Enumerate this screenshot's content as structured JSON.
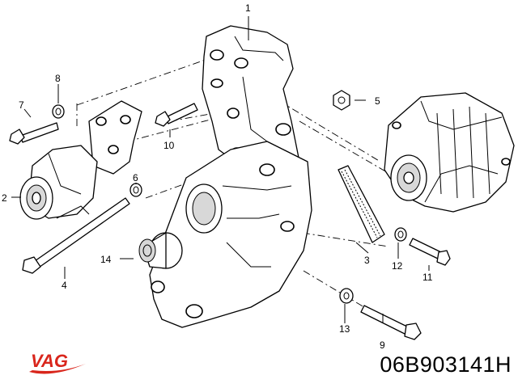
{
  "diagram": {
    "callouts": [
      {
        "id": "1",
        "label": "1"
      },
      {
        "id": "2",
        "label": "2"
      },
      {
        "id": "3",
        "label": "3"
      },
      {
        "id": "4",
        "label": "4"
      },
      {
        "id": "5",
        "label": "5"
      },
      {
        "id": "6",
        "label": "6"
      },
      {
        "id": "7",
        "label": "7"
      },
      {
        "id": "8",
        "label": "8"
      },
      {
        "id": "9",
        "label": "9"
      },
      {
        "id": "10",
        "label": "10"
      },
      {
        "id": "11",
        "label": "11"
      },
      {
        "id": "12",
        "label": "12"
      },
      {
        "id": "13",
        "label": "13"
      },
      {
        "id": "14",
        "label": "14"
      }
    ],
    "part_number": "06B903141H",
    "logo_text": "VAG",
    "logo_color": "#d9261c"
  }
}
